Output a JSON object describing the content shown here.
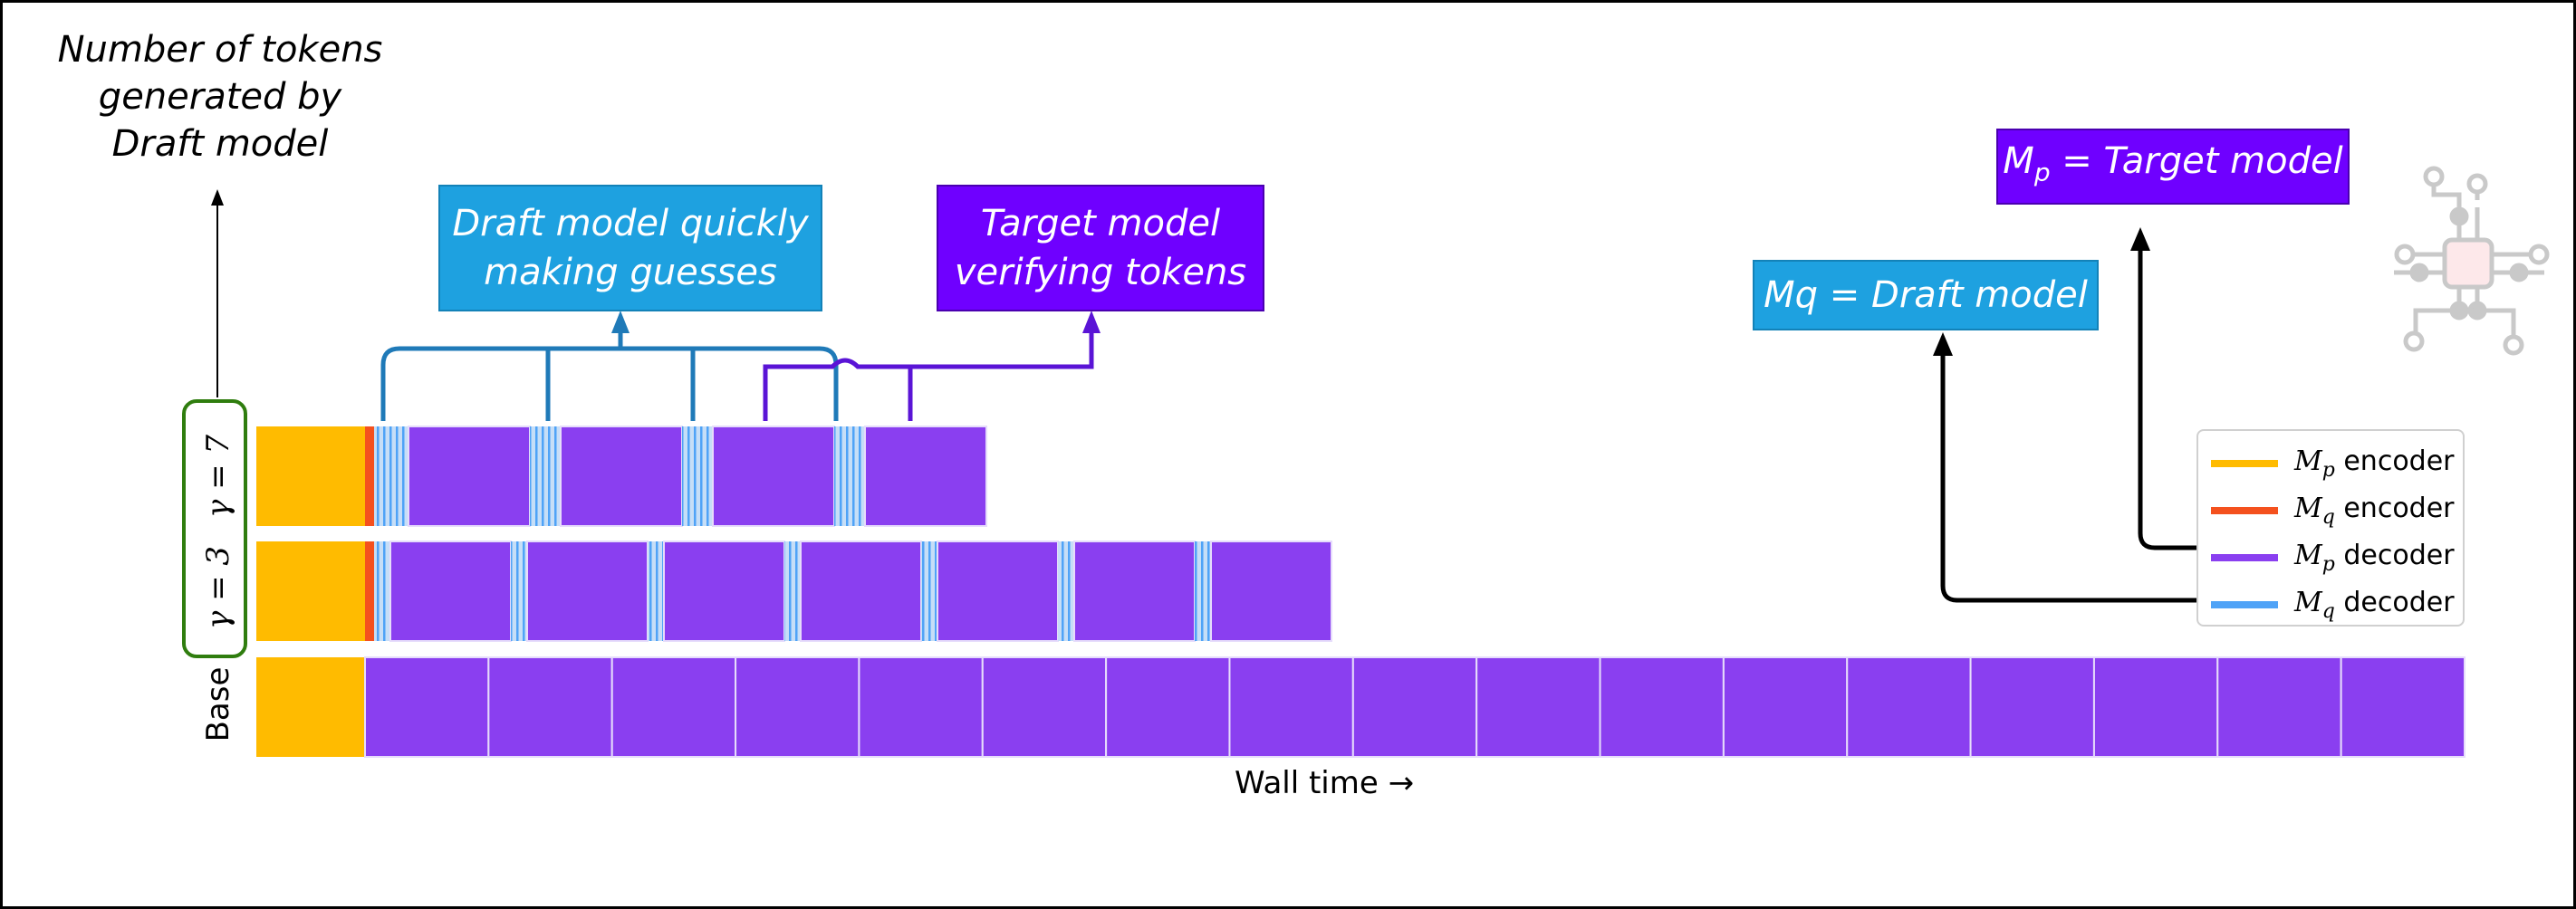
{
  "y_axis_title": [
    "Number of tokens",
    "generated by",
    "Draft model"
  ],
  "row_labels": {
    "gamma7": "γ = 7",
    "gamma3": "γ = 3",
    "base": "Base"
  },
  "annotations": {
    "draft": [
      "Draft model quickly",
      "making guesses"
    ],
    "target": [
      "Target model",
      "verifying tokens"
    ],
    "mq_def": "Mq = Draft model",
    "mp_def_main": "M",
    "mp_def_sub": "p",
    "mp_def_rest": " = Target model"
  },
  "legend": [
    {
      "sym": "M",
      "sub": "p",
      "text": " encoder",
      "color": "#ffbb00"
    },
    {
      "sym": "M",
      "sub": "q",
      "text": " encoder",
      "color": "#f4511e"
    },
    {
      "sym": "M",
      "sub": "p",
      "text": " decoder",
      "color": "#8a3ff0"
    },
    {
      "sym": "M",
      "sub": "q",
      "text": " decoder",
      "color": "#4fa3f7"
    }
  ],
  "x_axis_label": "Wall time  →",
  "colors": {
    "mp_encoder": "#ffbb00",
    "mq_encoder": "#f4511e",
    "mp_decoder": "#8a3ff0",
    "mq_decoder": "#c6def7",
    "mq_stripe": "#4fa3f7",
    "bracket_blue": "#1f7ab8",
    "bracket_purple": "#5a14d6"
  },
  "icon": "chip-circuit-icon"
}
